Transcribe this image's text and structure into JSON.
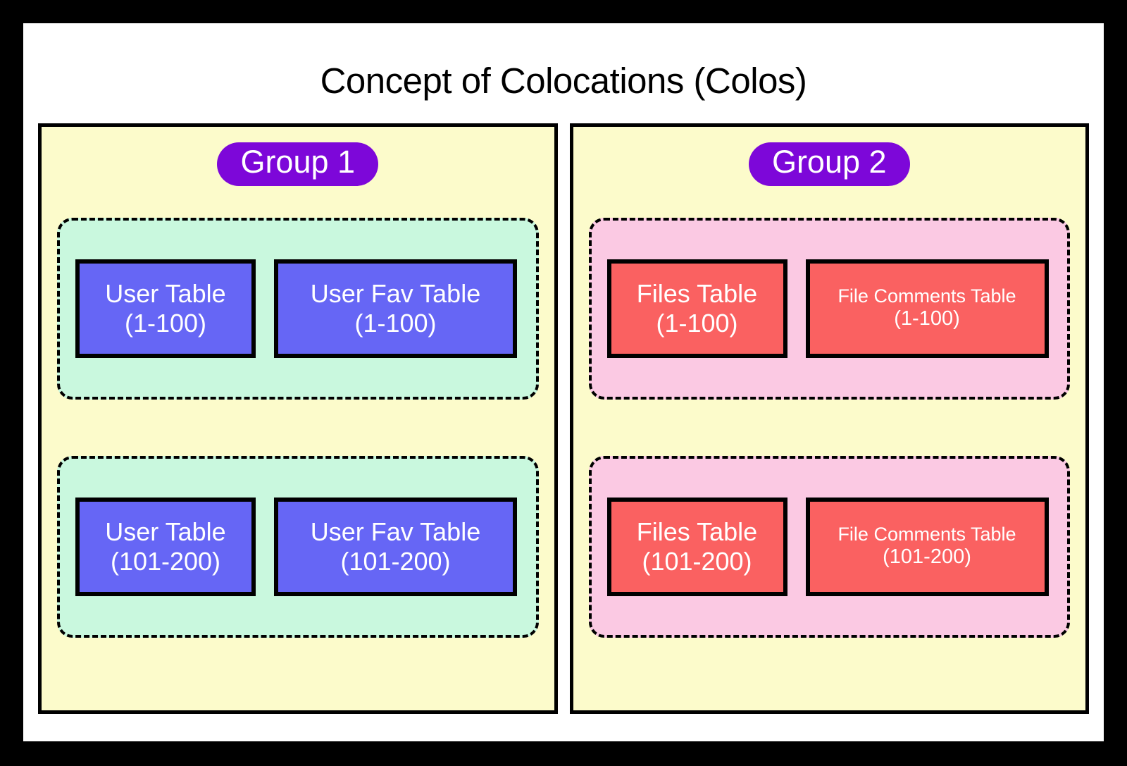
{
  "title": "Concept of Colocations (Colos)",
  "colors": {
    "frame": "#000000",
    "sheet": "#ffffff",
    "group_bg": "#fcfbcb",
    "badge_bg": "#7d07d9",
    "badge_text": "#ffffff",
    "colo_green": "#c9f8de",
    "colo_pink": "#fbc9e3",
    "table_blue": "#6666f5",
    "table_red": "#fa6161",
    "table_text": "#ffffff",
    "border": "#000000"
  },
  "groups": [
    {
      "badge": "Group 1",
      "colo_color": "green",
      "table_color": "blue",
      "colos": [
        {
          "range": "(1-100)",
          "tables": [
            {
              "name": "User Table",
              "range": "(1-100)",
              "size": "large",
              "width": "w-user"
            },
            {
              "name": "User Fav Table",
              "range": "(1-100)",
              "size": "large",
              "width": "w-userfav"
            }
          ]
        },
        {
          "range": "(101-200)",
          "tables": [
            {
              "name": "User Table",
              "range": "(101-200)",
              "size": "large",
              "width": "w-user"
            },
            {
              "name": "User Fav Table",
              "range": "(101-200)",
              "size": "large",
              "width": "w-userfav"
            }
          ]
        }
      ]
    },
    {
      "badge": "Group 2",
      "colo_color": "pink",
      "table_color": "red",
      "colos": [
        {
          "range": "(1-100)",
          "tables": [
            {
              "name": "Files Table",
              "range": "(1-100)",
              "size": "large",
              "width": "w-files"
            },
            {
              "name": "File Comments Table",
              "range": "(1-100)",
              "size": "small",
              "width": "w-comments"
            }
          ]
        },
        {
          "range": "(101-200)",
          "tables": [
            {
              "name": "Files Table",
              "range": "(101-200)",
              "size": "large",
              "width": "w-files"
            },
            {
              "name": "File Comments Table",
              "range": "(101-200)",
              "size": "small",
              "width": "w-comments"
            }
          ]
        }
      ]
    }
  ]
}
